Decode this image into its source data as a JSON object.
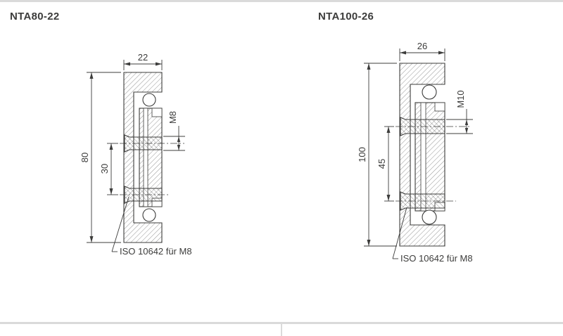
{
  "page": {
    "background": "#ffffff",
    "border_color": "#dadada",
    "line_color": "#3c3c3b"
  },
  "drawings": [
    {
      "title": "NTA80-22",
      "dims": {
        "width": "22",
        "height": "80",
        "hole_spacing": "30",
        "thread": "M8"
      },
      "note": "ISO 10642 für M8"
    },
    {
      "title": "NTA100-26",
      "dims": {
        "width": "26",
        "height": "100",
        "hole_spacing": "45",
        "thread": "M10"
      },
      "note": "ISO 10642 für M8"
    }
  ]
}
